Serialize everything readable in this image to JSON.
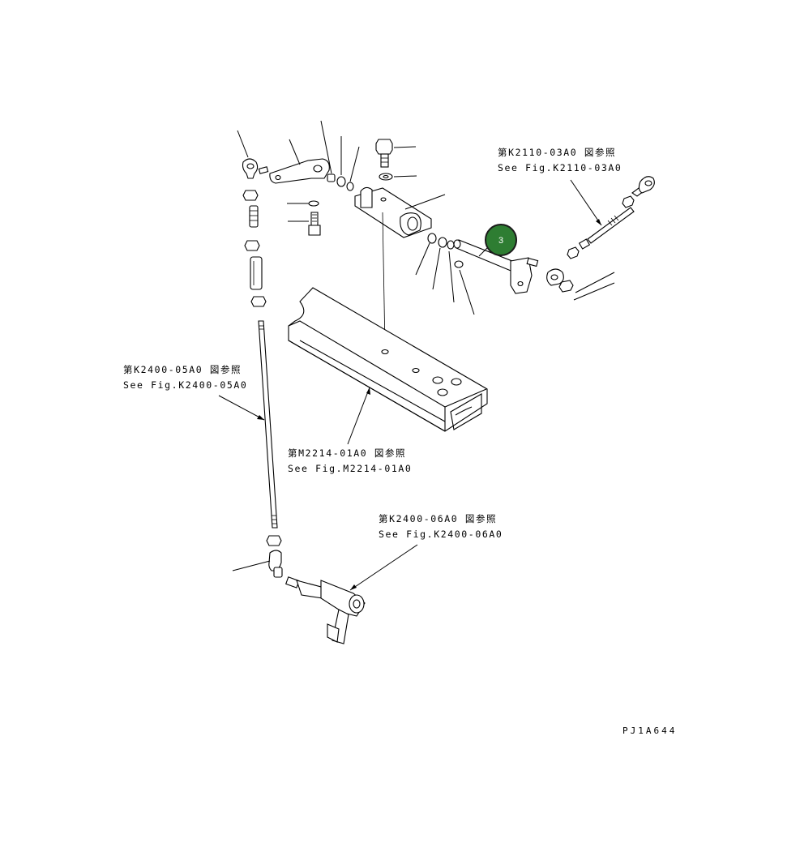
{
  "references": {
    "upper_right": {
      "ja": "第K2110-03A0 図参照",
      "en": "See Fig.K2110-03A0"
    },
    "left_rod": {
      "ja": "第K2400-05A0 図参照",
      "en": "See Fig.K2400-05A0"
    },
    "frame": {
      "ja": "第M2214-01A0 図参照",
      "en": "See Fig.M2214-01A0"
    },
    "lower": {
      "ja": "第K2400-06A0 図参照",
      "en": "See Fig.K2400-06A0"
    }
  },
  "callout": {
    "number": "3",
    "color": "#2e7d32"
  },
  "drawing_number": "PJ1A644"
}
